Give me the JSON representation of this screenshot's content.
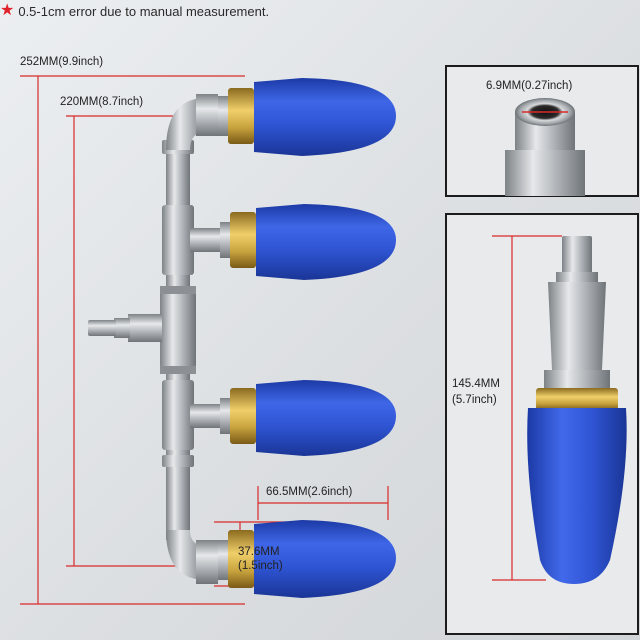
{
  "note": {
    "icon": "star-icon",
    "text": "0.5-1cm error due to manual measurement."
  },
  "dimensions": {
    "total_height": "252MM(9.9inch)",
    "inner_height": "220MM(8.7inch)",
    "nozzle_length": "66.5MM(2.6inch)",
    "nozzle_width_line1": "37.6MM",
    "nozzle_width_line2": "(1.5inch)",
    "connector_diameter": "6.9MM(0.27inch)",
    "single_height_line1": "145.4MM",
    "single_height_line2": "(5.7inch)"
  },
  "colors": {
    "nozzle": "#2f55d4",
    "dim_line": "#d82b2b",
    "steel": "#b4b8bc",
    "brass": "#c9a43e",
    "accent_star": "#e0202a"
  }
}
